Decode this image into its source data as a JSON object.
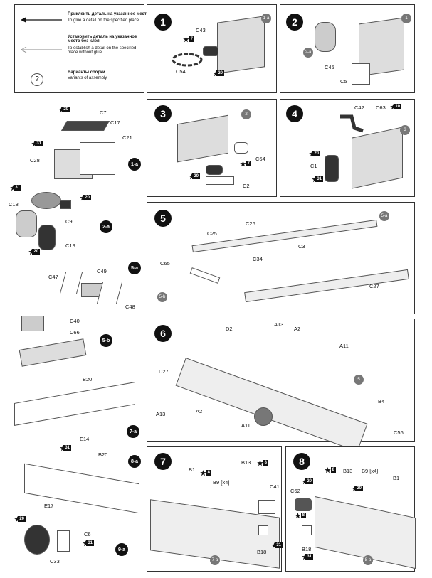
{
  "legend": {
    "glue_ru": "Приклеить деталь на указанное место",
    "glue_en": "To glue a detail on the specified place",
    "noglue_ru": "Установить деталь на указанное место без клея",
    "noglue_en": "To establish a detail on the specified place without glue",
    "variants_ru": "Варианты сборки",
    "variants_en": "Variants of assembly"
  },
  "steps": {
    "s1": {
      "num": "1",
      "ref": "1-a",
      "parts": [
        "C43",
        "C54"
      ],
      "colors": [
        "7",
        "20"
      ]
    },
    "s2": {
      "num": "2",
      "ref_top": "1",
      "ref_side": "2-a",
      "parts": [
        "C45",
        "C5"
      ]
    },
    "s3": {
      "num": "3",
      "ref": "2",
      "parts": [
        "C64",
        "C2"
      ],
      "colors": [
        "7",
        "20"
      ]
    },
    "s4": {
      "num": "4",
      "ref": "3",
      "parts": [
        "C42",
        "C63",
        "C1"
      ],
      "colors": [
        "10",
        "20",
        "31"
      ]
    },
    "s5": {
      "num": "5",
      "ref_top": "5-a",
      "ref_side": "5-b",
      "parts": [
        "C26",
        "C25",
        "C3",
        "C34",
        "C65",
        "C27"
      ]
    },
    "s6": {
      "num": "6",
      "ref": "5",
      "parts": [
        "D2",
        "A13",
        "A2",
        "A11",
        "D27",
        "A13",
        "A2",
        "A11",
        "B4",
        "C56"
      ]
    },
    "s7": {
      "num": "7",
      "ref": "7-a",
      "parts": [
        "B1",
        "B13",
        "B9 [x4]",
        "C41",
        "B18"
      ],
      "colors": [
        "8",
        "8",
        "31"
      ]
    },
    "s8": {
      "num": "8",
      "ref": "8-a",
      "parts": [
        "B13",
        "B9 [x4]",
        "B1",
        "C62",
        "B18"
      ],
      "colors": [
        "8",
        "20",
        "20",
        "8",
        "31"
      ]
    }
  },
  "subs": {
    "a1": {
      "id": "1-a",
      "parts": [
        "C7",
        "C17",
        "C21",
        "C28"
      ],
      "colors": [
        "20",
        "31"
      ]
    },
    "a2": {
      "id": "2-a",
      "parts": [
        "C18",
        "C9",
        "C19"
      ],
      "colors": [
        "31",
        "20",
        "20"
      ]
    },
    "a5": {
      "id": "5-a",
      "parts": [
        "C47",
        "C49",
        "C48"
      ]
    },
    "b5": {
      "id": "5-b",
      "parts": [
        "C40",
        "C66"
      ]
    },
    "a7": {
      "id": "7-a",
      "parts": [
        "B20",
        "E14"
      ],
      "colors": [
        "31"
      ]
    },
    "a8": {
      "id": "8-a",
      "parts": [
        "B20",
        "E17"
      ]
    },
    "a9": {
      "id": "9-a",
      "parts": [
        "C6",
        "C33"
      ],
      "colors": [
        "20",
        "31"
      ]
    }
  }
}
